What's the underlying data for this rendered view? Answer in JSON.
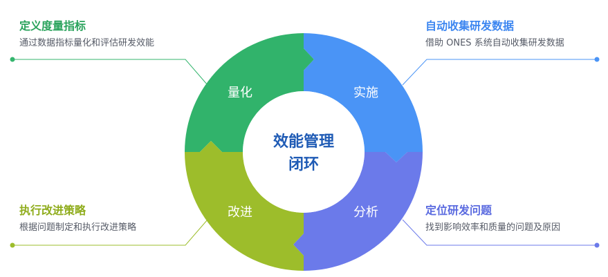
{
  "colors": {
    "green": "#31b36b",
    "blue": "#4a94f6",
    "purple": "#6b7aea",
    "lime": "#9dbd2b",
    "center_text": "#1f5bb5",
    "title_green": "#2aa35c",
    "title_blue": "#3c86f0",
    "title_purple": "#5b6be0",
    "title_lime": "#8fac1c"
  },
  "center": {
    "line1": "效能管理",
    "line2": "闭环"
  },
  "segments": {
    "quantify": "量化",
    "implement": "实施",
    "analyze": "分析",
    "improve": "改进"
  },
  "callouts": {
    "top_left": {
      "title": "定义度量指标",
      "desc": "通过数据指标量化和评估研发效能"
    },
    "top_right": {
      "title": "自动收集研发数据",
      "desc": "借助 ONES 系统自动收集研发数据"
    },
    "bottom_left": {
      "title": "执行改进策略",
      "desc": "根据问题制定和执行改进策略"
    },
    "bottom_right": {
      "title": "定位研发问题",
      "desc": "找到影响效率和质量的问题及原因"
    }
  }
}
